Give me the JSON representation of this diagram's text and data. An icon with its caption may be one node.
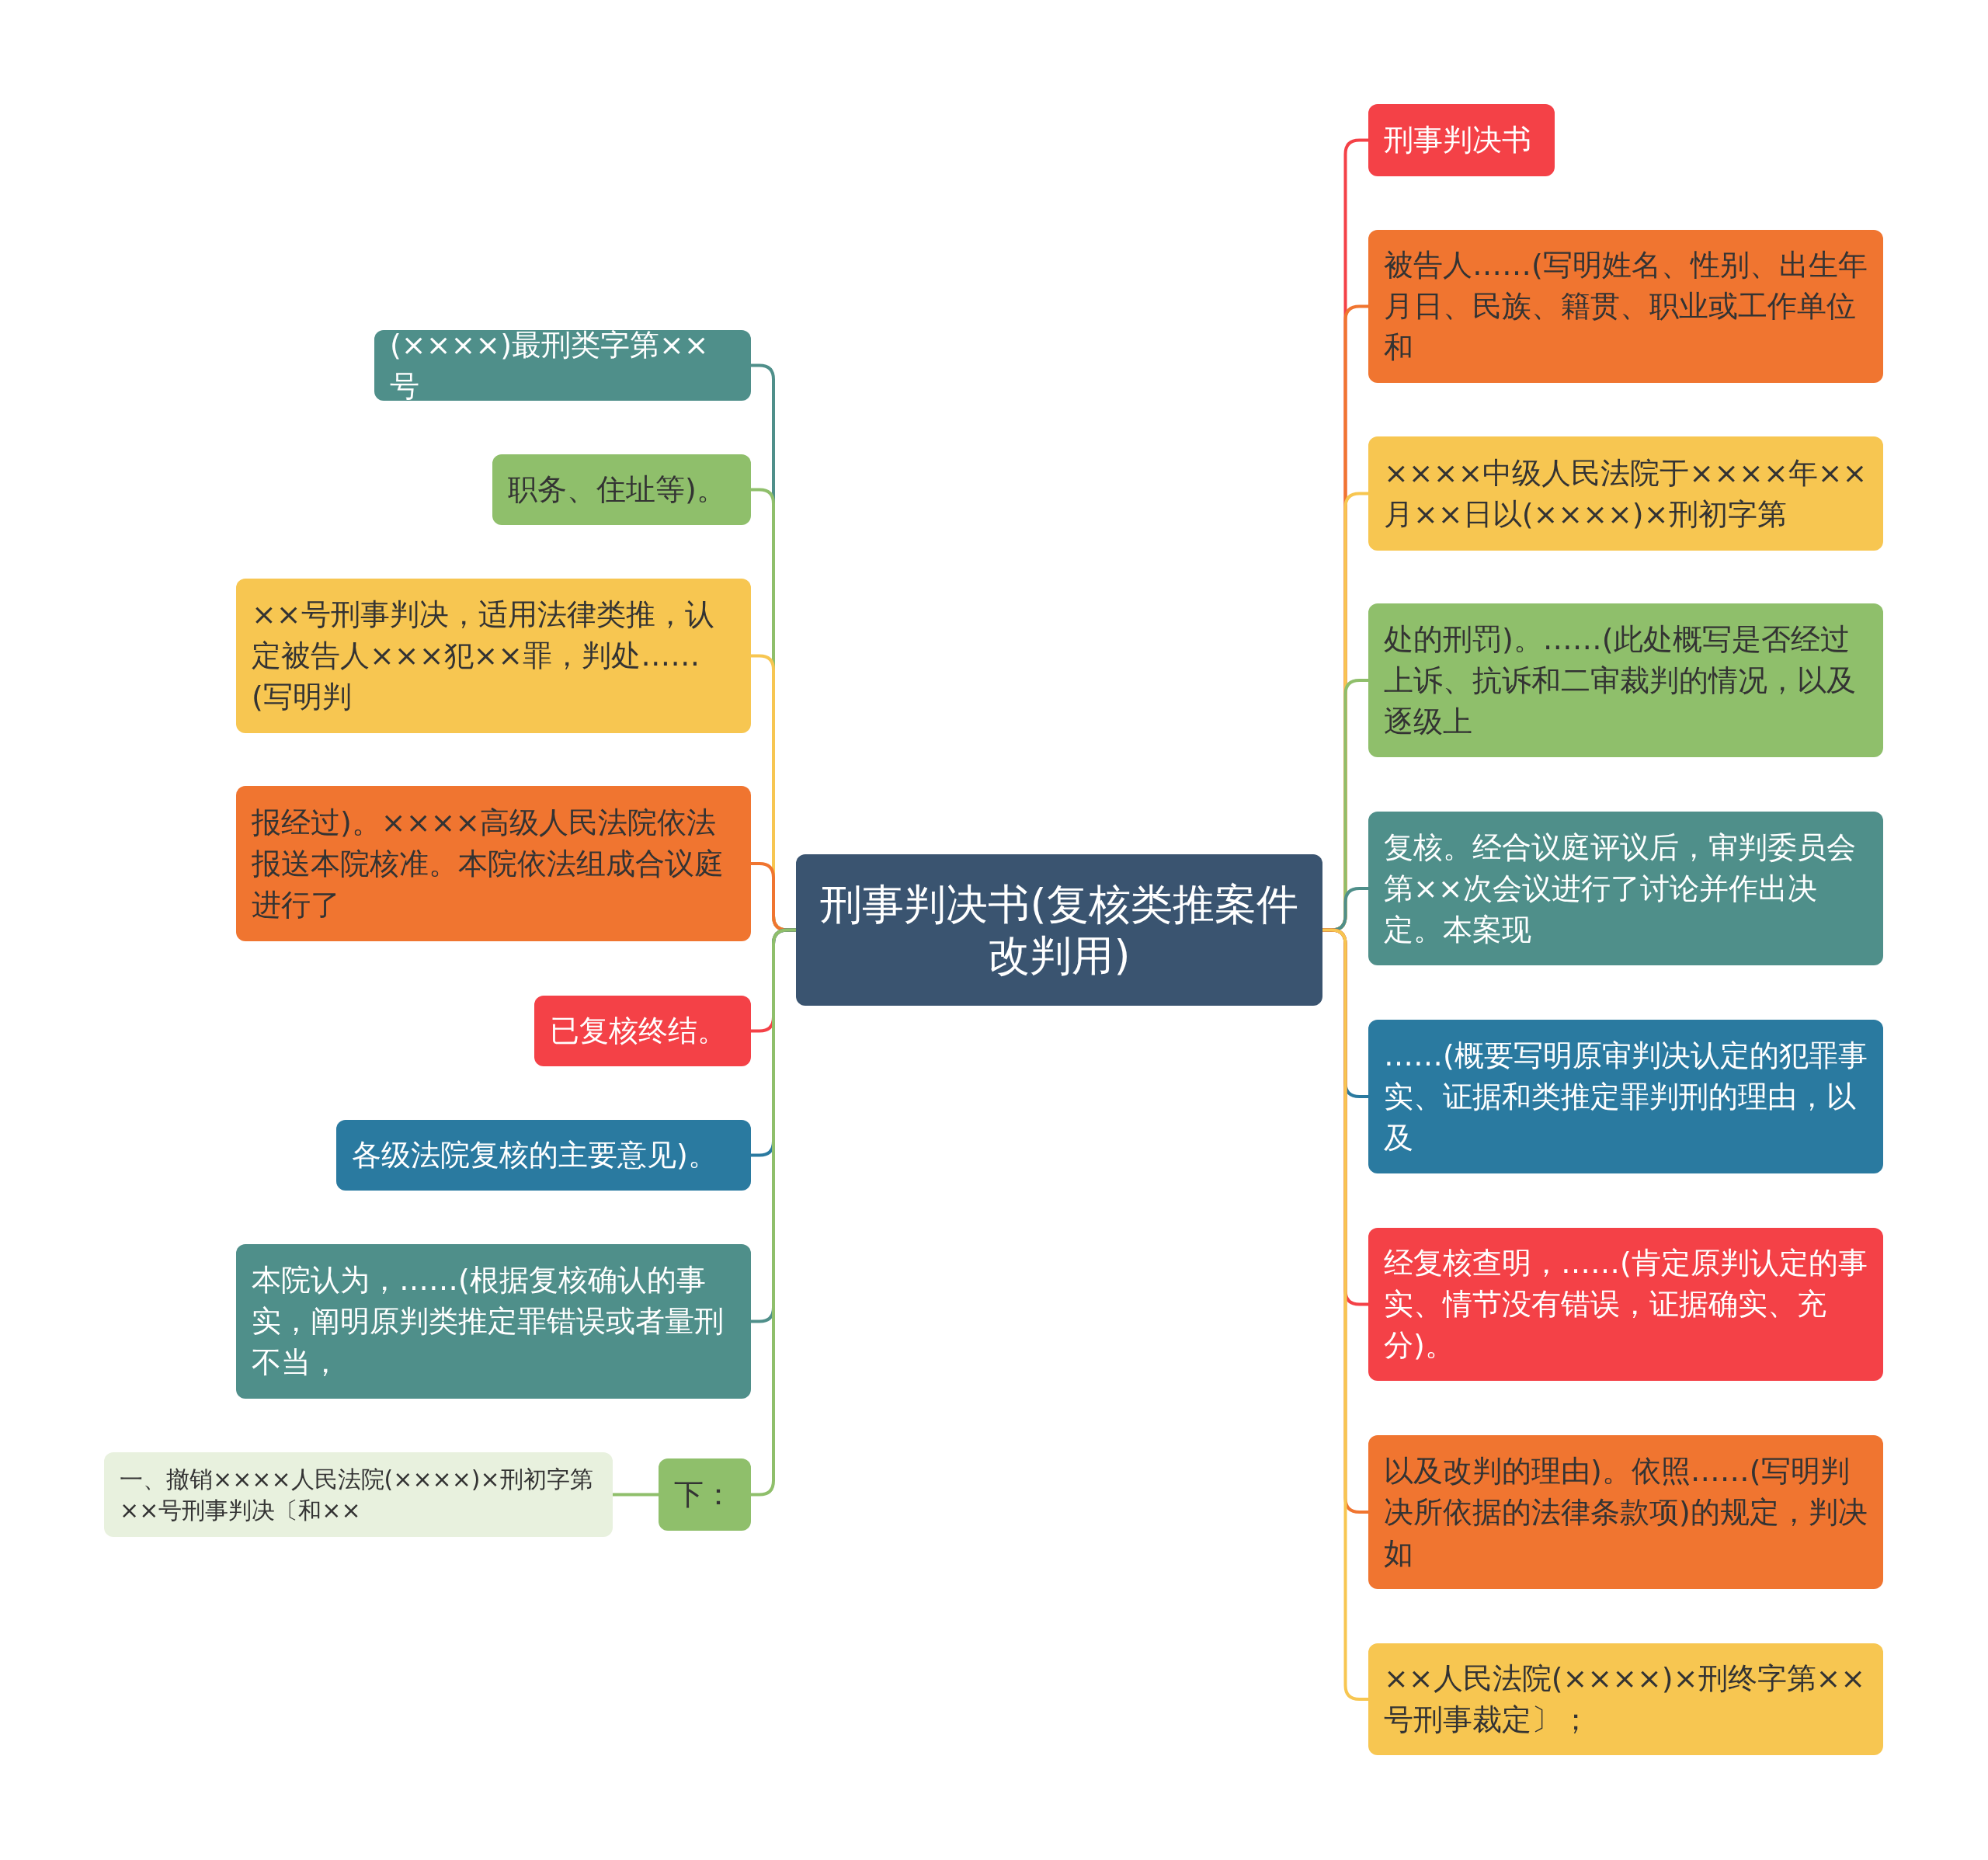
{
  "diagram": {
    "nodes": [
      {
        "text": [
          "刑事判决书(复核类推案件改判用)"
        ]
      },
      {
        "text": [
          "刑事判决书"
        ]
      },
      {
        "text": [
          "被告人……(写明姓名、性别、出生年月日、民族、籍贯、职业或工作单位和"
        ]
      },
      {
        "text": [
          "××××中级人民法院于××××年××月××日以(××××)×刑初字第"
        ]
      },
      {
        "text": [
          "处的刑罚)。……(此处概写是否经过上诉、抗诉和二审裁判的情况，以及逐级上"
        ]
      },
      {
        "text": [
          "复核。经合议庭评议后，审判委员会第××次会议进行了讨论并作出决定。本案现"
        ]
      },
      {
        "text": [
          "……(概要写明原审判决认定的犯罪事实、证据和类推定罪判刑的理由，以及"
        ]
      },
      {
        "text": [
          "经复核查明，……(肯定原判认定的事实、情节没有错误，证据确实、充分)。"
        ]
      },
      {
        "text": [
          "以及改判的理由)。依照……(写明判决所依据的法律条款项)的规定，判决如"
        ]
      },
      {
        "text": [
          "××人民法院(××××)×刑终字第××号刑事裁定〕；"
        ]
      },
      {
        "text": [
          "(××××)最刑类字第××号"
        ]
      },
      {
        "text": [
          "职务、住址等)。"
        ]
      },
      {
        "text": [
          "××号刑事判决，适用法律类推，认定被告人×××犯××罪，判处……(写明判"
        ]
      },
      {
        "text": [
          "报经过)。××××高级人民法院依法报送本院核准。本院依法组成合议庭进行了"
        ]
      },
      {
        "text": [
          "已复核终结。"
        ]
      },
      {
        "text": [
          "各级法院复核的主要意见)。"
        ]
      },
      {
        "text": [
          "本院认为，……(根据复核确认的事实，阐明原判类推定罪错误或者量刑不当，"
        ]
      },
      {
        "text": [
          "下："
        ]
      },
      {
        "text": [
          "一、撤销××××人民法院(××××)×刑初字第××号刑事判决〔和××"
        ]
      }
    ],
    "edges": [
      {
        "from": 0,
        "to": 1,
        "arrow": "none",
        "color": "#f44147"
      },
      {
        "from": 0,
        "to": 2,
        "arrow": "none",
        "color": "#f07530"
      },
      {
        "from": 0,
        "to": 3,
        "arrow": "none",
        "color": "#f7c651"
      },
      {
        "from": 0,
        "to": 4,
        "arrow": "none",
        "color": "#8fbf6b"
      },
      {
        "from": 0,
        "to": 5,
        "arrow": "none",
        "color": "#4f8f8a"
      },
      {
        "from": 0,
        "to": 6,
        "arrow": "none",
        "color": "#2a7aa0"
      },
      {
        "from": 0,
        "to": 7,
        "arrow": "none",
        "color": "#f44147"
      },
      {
        "from": 0,
        "to": 8,
        "arrow": "none",
        "color": "#f07530"
      },
      {
        "from": 0,
        "to": 9,
        "arrow": "none",
        "color": "#f7c651"
      },
      {
        "from": 0,
        "to": 10,
        "arrow": "none",
        "color": "#4f8f8a"
      },
      {
        "from": 0,
        "to": 11,
        "arrow": "none",
        "color": "#8fbf6b"
      },
      {
        "from": 0,
        "to": 12,
        "arrow": "none",
        "color": "#f7c651"
      },
      {
        "from": 0,
        "to": 13,
        "arrow": "none",
        "color": "#f07530"
      },
      {
        "from": 0,
        "to": 14,
        "arrow": "none",
        "color": "#f44147"
      },
      {
        "from": 0,
        "to": 15,
        "arrow": "none",
        "color": "#2a7aa0"
      },
      {
        "from": 0,
        "to": 16,
        "arrow": "none",
        "color": "#4f8f8a"
      },
      {
        "from": 0,
        "to": 17,
        "arrow": "none",
        "color": "#8fbf6b"
      },
      {
        "from": 17,
        "to": 18,
        "arrow": "none",
        "color": "#8fbf6b"
      }
    ]
  }
}
